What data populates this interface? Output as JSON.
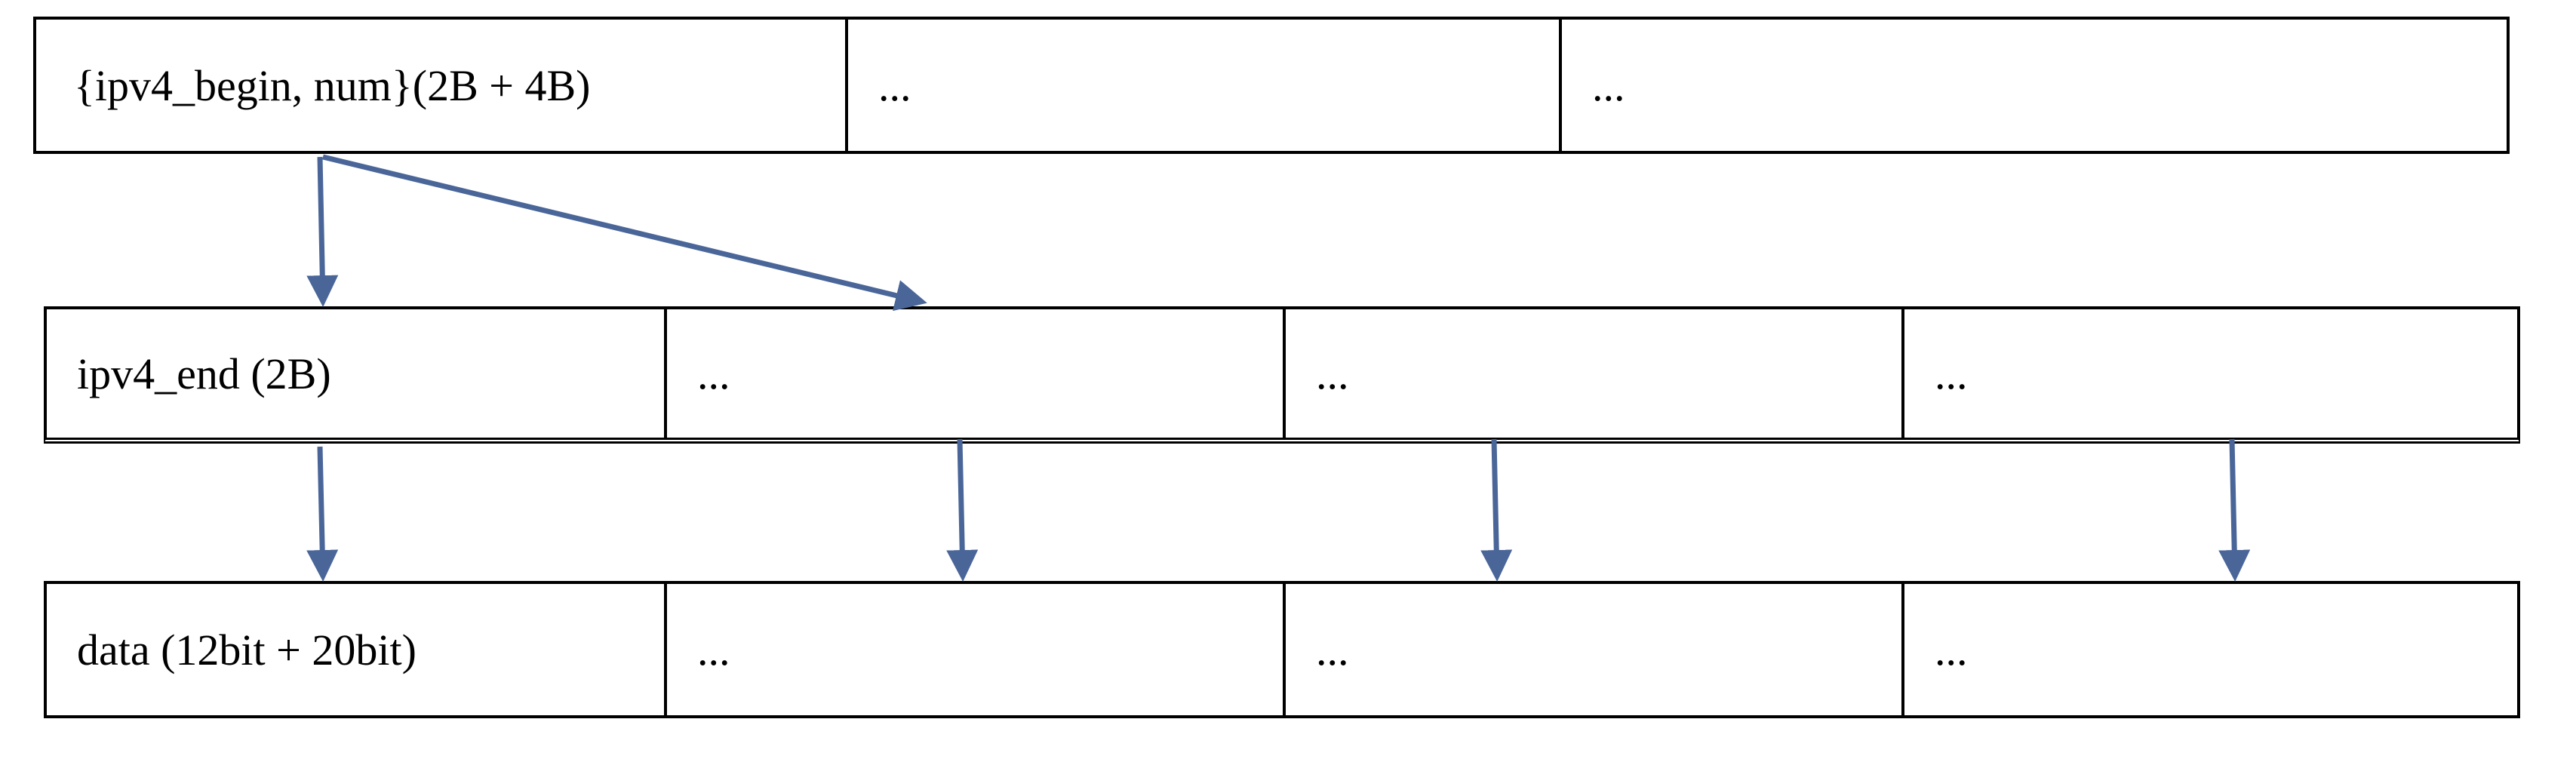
{
  "rows": {
    "top": [
      "{ipv4_begin, num}(2B + 4B)",
      "...",
      "..."
    ],
    "middle": [
      "ipv4_end (2B)",
      "...",
      "...",
      "..."
    ],
    "bottom": [
      "data (12bit + 20bit)",
      "...",
      "...",
      "..."
    ]
  },
  "colors": {
    "arrow": "#4A6699",
    "border": "#000000"
  }
}
